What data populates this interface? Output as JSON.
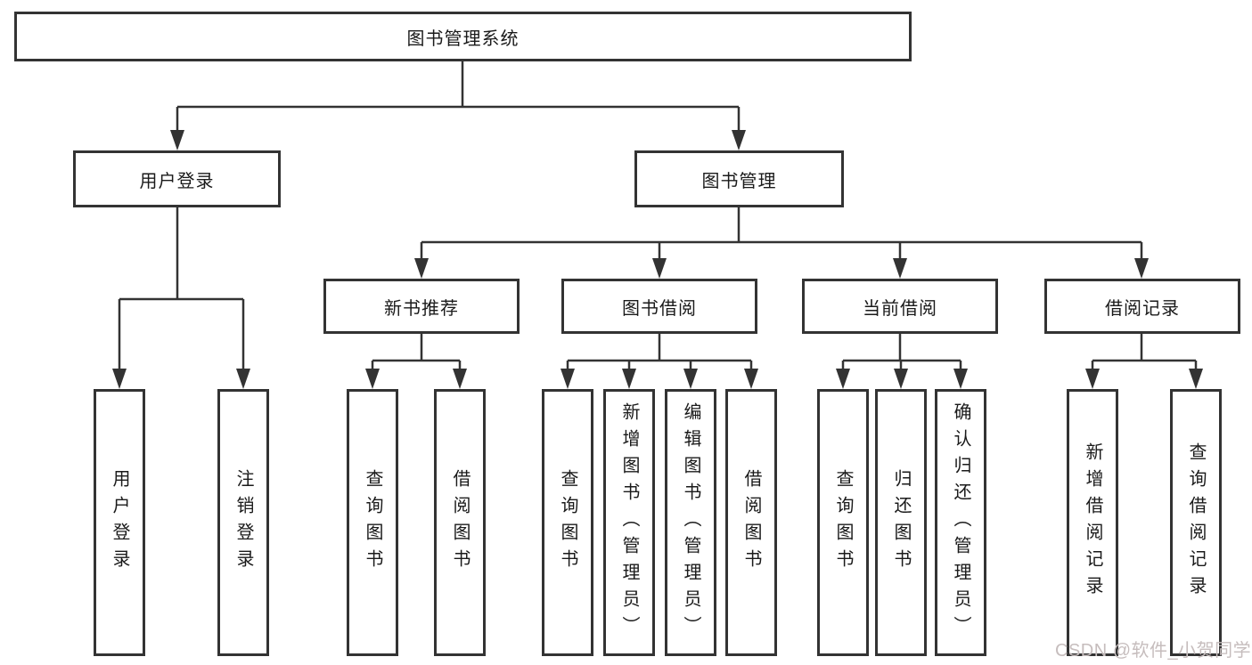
{
  "diagram": {
    "title": "图书管理系统",
    "watermark": "CSDN @软件_小贺同学",
    "colors": {
      "line": "#333333",
      "box_border": "#333333",
      "box_fill": "#ffffff",
      "text": "#1a1a1a",
      "background": "#ffffff",
      "watermark": "#c6bdbd"
    },
    "nodes": {
      "root": {
        "label": "图书管理系统"
      },
      "user_login": {
        "label": "用户登录"
      },
      "book_mgmt": {
        "label": "图书管理"
      },
      "new_book": {
        "label": "新书推荐"
      },
      "book_borrow": {
        "label": "图书借阅"
      },
      "current_borrow": {
        "label": "当前借阅"
      },
      "borrow_records": {
        "label": "借阅记录"
      },
      "leaf_user_login": {
        "label": "用户登录"
      },
      "leaf_logout": {
        "label": "注销登录"
      },
      "leaf_nb_query": {
        "label": "查询图书"
      },
      "leaf_nb_borrow": {
        "label": "借阅图书"
      },
      "leaf_bb_query": {
        "label": "查询图书"
      },
      "leaf_bb_add": {
        "label": "新增图书（管理员）"
      },
      "leaf_bb_edit": {
        "label": "编辑图书（管理员）"
      },
      "leaf_bb_borrow": {
        "label": "借阅图书"
      },
      "leaf_cb_query": {
        "label": "查询图书"
      },
      "leaf_cb_return": {
        "label": "归还图书"
      },
      "leaf_cb_confirm": {
        "label": "确认归还（管理员）"
      },
      "leaf_br_add": {
        "label": "新增借阅记录"
      },
      "leaf_br_query": {
        "label": "查询借阅记录"
      }
    },
    "hierarchy": [
      {
        "parent": "图书管理系统",
        "children": [
          "用户登录",
          "图书管理"
        ]
      },
      {
        "parent": "用户登录",
        "children": [
          "用户登录",
          "注销登录"
        ]
      },
      {
        "parent": "图书管理",
        "children": [
          "新书推荐",
          "图书借阅",
          "当前借阅",
          "借阅记录"
        ]
      },
      {
        "parent": "新书推荐",
        "children": [
          "查询图书",
          "借阅图书"
        ]
      },
      {
        "parent": "图书借阅",
        "children": [
          "查询图书",
          "新增图书（管理员）",
          "编辑图书（管理员）",
          "借阅图书"
        ]
      },
      {
        "parent": "当前借阅",
        "children": [
          "查询图书",
          "归还图书",
          "确认归还（管理员）"
        ]
      },
      {
        "parent": "借阅记录",
        "children": [
          "新增借阅记录",
          "查询借阅记录"
        ]
      }
    ]
  }
}
